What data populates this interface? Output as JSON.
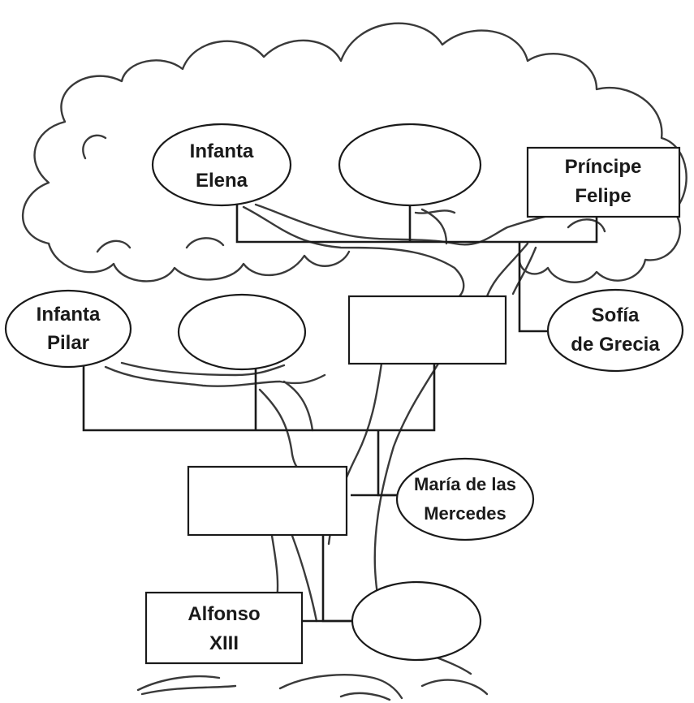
{
  "nodes": {
    "infanta_elena": {
      "line1": "Infanta",
      "line2": "Elena"
    },
    "sibling_blank": {
      "line1": "",
      "line2": ""
    },
    "principe_felipe": {
      "line1": "Príncipe",
      "line2": "Felipe"
    },
    "infanta_pilar": {
      "line1": "Infanta",
      "line2": "Pilar"
    },
    "parent_blank_oval": {
      "line1": "",
      "line2": ""
    },
    "parent_blank_box": {
      "line1": "",
      "line2": ""
    },
    "sofia_de_grecia": {
      "line1": "Sofía",
      "line2": "de Grecia"
    },
    "grandparent_blank_box": {
      "line1": "",
      "line2": ""
    },
    "maria_de_las_mercedes": {
      "line1": "María de las",
      "line2": "Mercedes"
    },
    "alfonso_xiii": {
      "line1": "Alfonso",
      "line2": "XIII"
    },
    "great_grandparent_blank_oval": {
      "line1": "",
      "line2": ""
    }
  },
  "colors": {
    "ink": "#1a1a1a",
    "tree_outline": "#3a3a3a",
    "background": "#ffffff"
  }
}
